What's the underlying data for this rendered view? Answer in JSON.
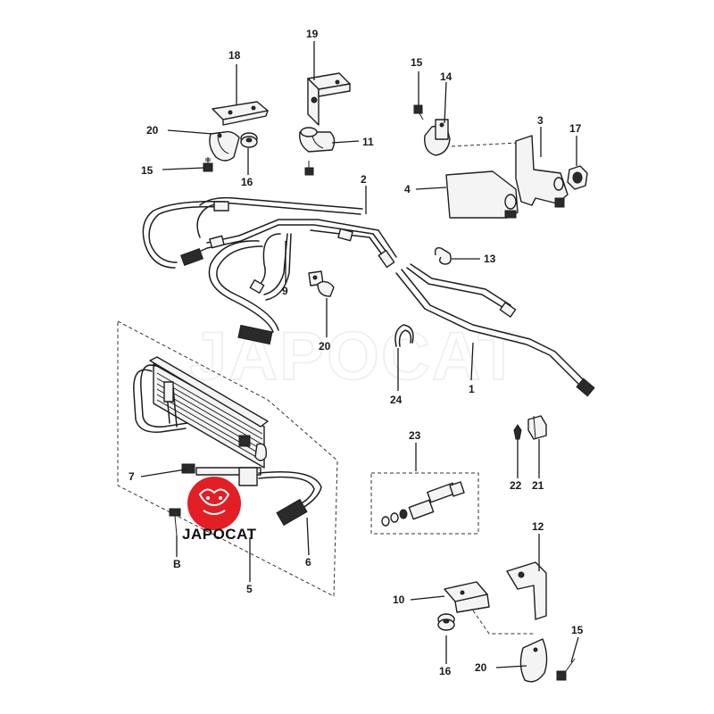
{
  "callouts": {
    "c1": "1",
    "c2": "2",
    "c3": "3",
    "c4": "4",
    "c5": "5",
    "c6": "6",
    "c7": "7",
    "c8": "B",
    "c9": "9",
    "c10": "10",
    "c11": "11",
    "c12": "12",
    "c13": "13",
    "c14": "14",
    "c15a": "15",
    "c15b": "15",
    "c15c": "15",
    "c16a": "16",
    "c16b": "16",
    "c17": "17",
    "c18": "18",
    "c19": "19",
    "c20a": "20",
    "c20b": "20",
    "c20c": "20",
    "c21": "21",
    "c22": "22",
    "c23": "23",
    "c24": "24"
  },
  "watermark": {
    "text": "JAPOCAT"
  },
  "logo": {
    "text": "JAPOCAT",
    "color": "#e31e24"
  }
}
